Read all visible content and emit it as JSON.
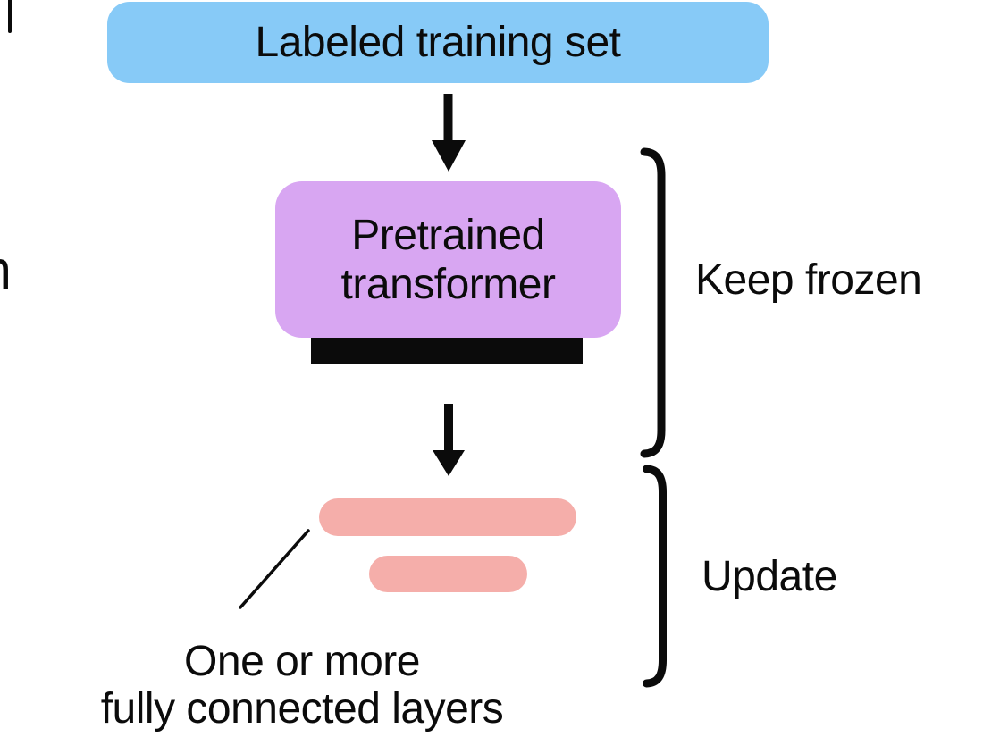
{
  "nodes": {
    "training_set": {
      "label": "Labeled training set"
    },
    "transformer": {
      "line1": "Pretrained",
      "line2": "transformer"
    }
  },
  "labels": {
    "keep_frozen": "Keep frozen",
    "update": "Update",
    "caption_line1": "One or more",
    "caption_line2": "fully connected layers"
  },
  "artifacts": {
    "clipped_letter": "n"
  },
  "icons": {
    "down_arrow_1": "down-arrow",
    "down_arrow_2": "down-arrow",
    "keep_frozen_bracket": "right-bracket",
    "update_bracket": "right-bracket"
  },
  "colors": {
    "training_set_fill": "#87caf7",
    "transformer_fill": "#d8a6f2",
    "fc_layer_fill": "#f5aeaa",
    "ink": "#0b0b0b",
    "background": "#ffffff"
  }
}
